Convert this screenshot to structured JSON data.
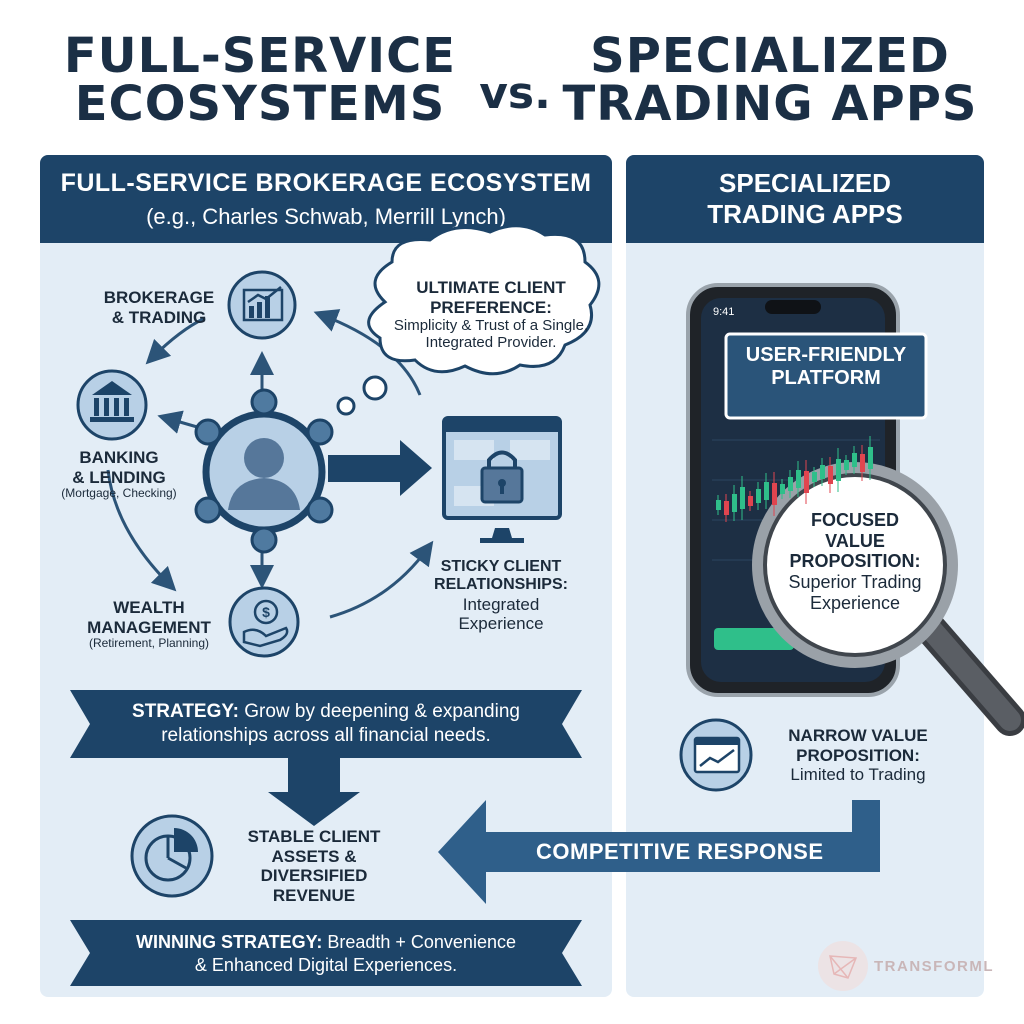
{
  "title": {
    "left_line1": "FULL-SERVICE",
    "left_line2": "ECOSYSTEMS",
    "vs": "vs.",
    "right_line1": "SPECIALIZED",
    "right_line2": "TRADING APPS"
  },
  "left_panel": {
    "heading": "FULL-SERVICE BROKERAGE ECOSYSTEM",
    "subheading": "(e.g., Charles Schwab, Merrill Lynch)",
    "brokerage_line1": "BROKERAGE",
    "brokerage_line2": "& TRADING",
    "banking_line1": "BANKING",
    "banking_line2": "& LENDING",
    "banking_sub": "(Mortgage, Checking)",
    "wealth_line1": "WEALTH",
    "wealth_line2": "MANAGEMENT",
    "wealth_sub": "(Retirement, Planning)",
    "cloud_title1": "ULTIMATE CLIENT",
    "cloud_title2": "PREFERENCE:",
    "cloud_body1": "Simplicity & Trust of a Single,",
    "cloud_body2": "Integrated Provider.",
    "sticky_title1": "STICKY CLIENT",
    "sticky_title2": "RELATIONSHIPS:",
    "sticky_body1": "Integrated",
    "sticky_body2": "Experience",
    "strategy_bold": "STRATEGY:",
    "strategy_text1": " Grow by deepening & expanding",
    "strategy_text2": "relationships across all financial needs.",
    "stable_line1": "STABLE CLIENT",
    "stable_line2": "ASSETS & DIVERSIFIED",
    "stable_line3": "REVENUE",
    "winning_bold": "WINNING STRATEGY:",
    "winning_text1": " Breadth + Convenience",
    "winning_text2": "& Enhanced Digital Experiences."
  },
  "right_panel": {
    "heading_line1": "SPECIALIZED",
    "heading_line2": "TRADING APPS",
    "phone_time": "9:41",
    "platform_line1": "USER-FRIENDLY",
    "platform_line2": "PLATFORM",
    "focused_line1": "FOCUSED",
    "focused_line2": "VALUE",
    "focused_line3": "PROPOSITION:",
    "focused_body1": "Superior Trading",
    "focused_body2": "Experience",
    "narrow_line1": "NARROW VALUE",
    "narrow_line2": "PROPOSITION:",
    "narrow_body": "Limited to Trading"
  },
  "competitive_response": "COMPETITIVE RESPONSE",
  "brand": "TRANSFORML",
  "colors": {
    "navy": "#1d4468",
    "panel": "#e3edf6",
    "icon_fill": "#b8d0e6",
    "accent_green": "#2fbf8a",
    "accent_red": "#e0454f"
  },
  "icons": [
    "chart-icon",
    "bank-icon",
    "person-icon",
    "lock-screen-icon",
    "money-hand-icon",
    "pie-chart-icon",
    "magnifier-icon",
    "phone-icon"
  ]
}
